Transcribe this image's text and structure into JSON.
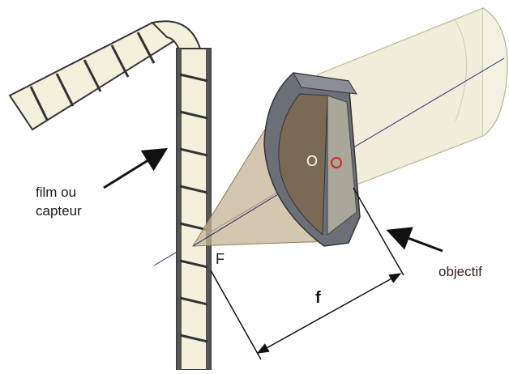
{
  "labels": {
    "film": [
      "film ou",
      "capteur"
    ],
    "objective": "objectif",
    "optical_center": "O",
    "focal_point": "F",
    "focal_length": "f"
  },
  "colors": {
    "film_fill": "#f3f1dc",
    "film_dark": "#333333",
    "tube_fill": "#f0eedb",
    "tube_stroke": "#b8b48e",
    "lens_housing": "#6b6f78",
    "lens_glass": "#a9a69a",
    "light_cone": "#c6b494",
    "axis_line": "#2a2a6a",
    "center_marker": "#e02020",
    "arrow": "#111111"
  },
  "icons": {
    "center_marker": "circle-outline",
    "pointer": "arrow"
  }
}
